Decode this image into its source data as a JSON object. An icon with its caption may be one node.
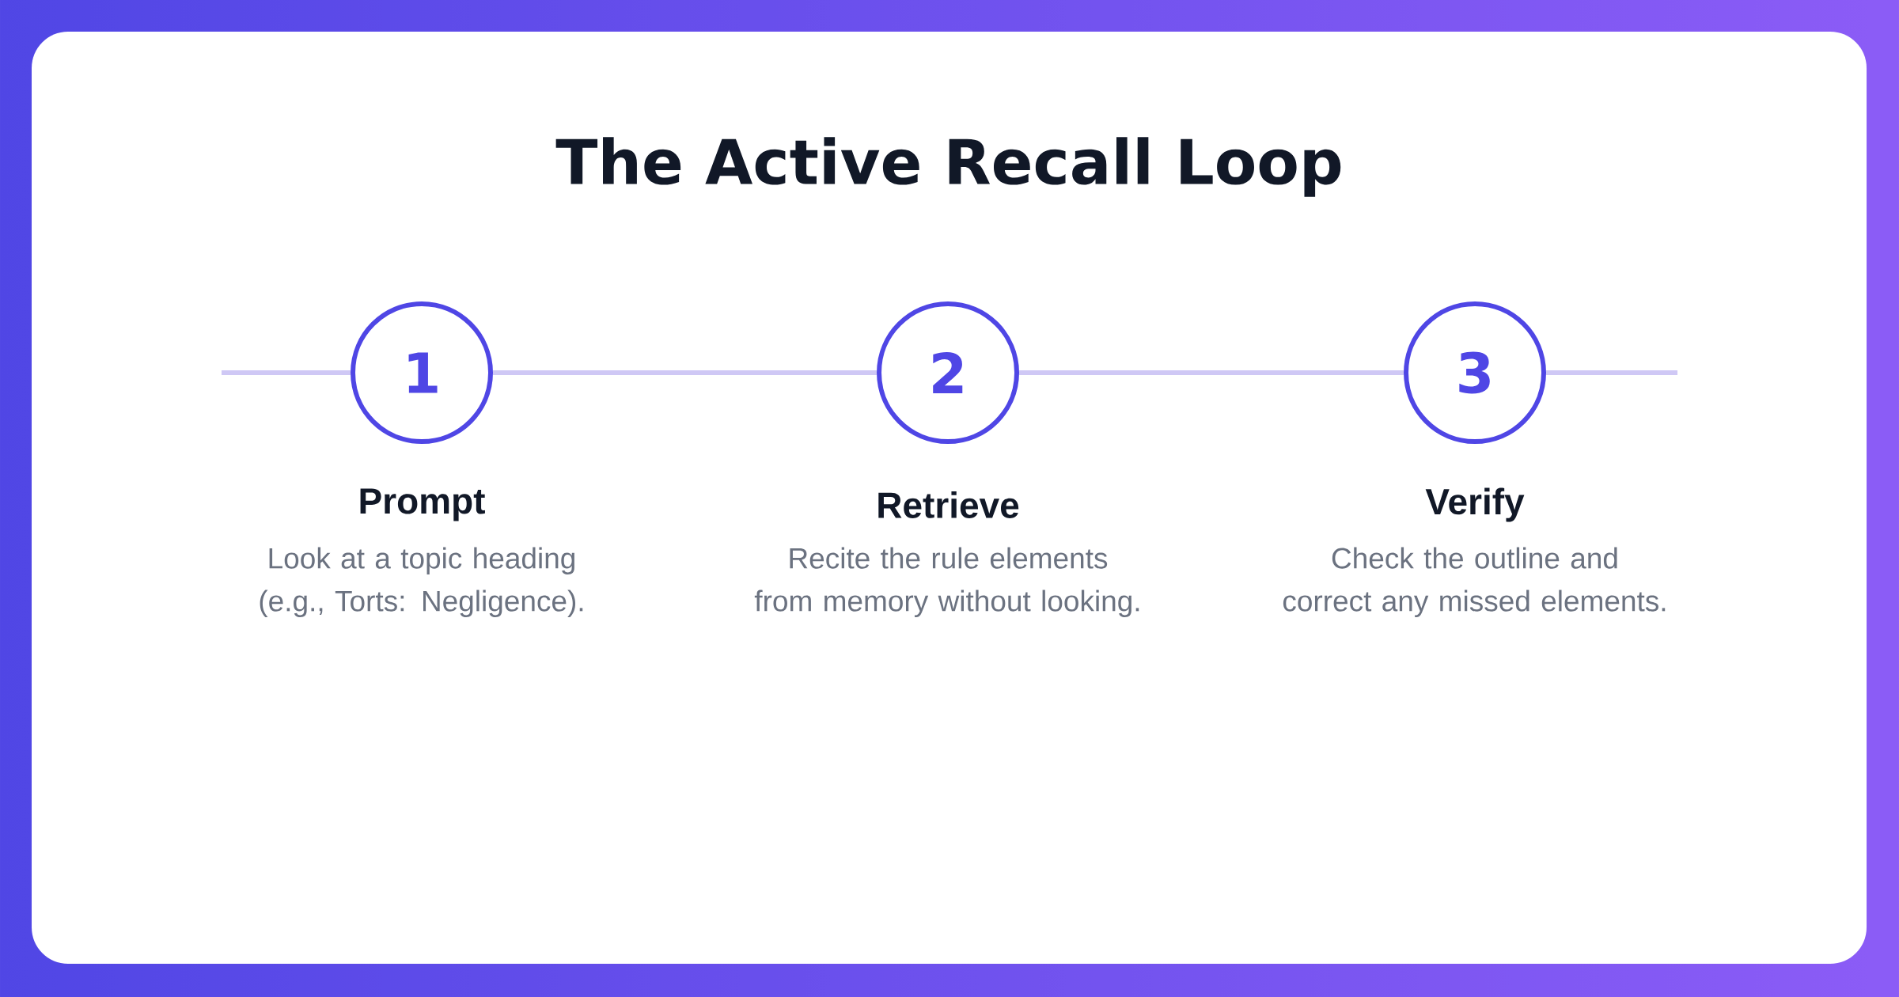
{
  "diagram": {
    "title": "The Active Recall Loop",
    "nodes": [
      {
        "text": [
          "1"
        ],
        "beside": [
          "Prompt",
          "Look at a topic heading (e.g., Torts: Negligence)."
        ]
      },
      {
        "text": [
          "2"
        ],
        "beside": [
          "Retrieve",
          "Recite the rule elements from memory without looking."
        ]
      },
      {
        "text": [
          "3"
        ],
        "beside": [
          "Verify",
          "Check the outline and correct any missed elements."
        ]
      }
    ],
    "edges": [
      {
        "from": null,
        "to": 0,
        "arrow": "none"
      },
      {
        "from": 0,
        "to": 1,
        "arrow": "none"
      },
      {
        "from": 1,
        "to": 2,
        "arrow": "none"
      },
      {
        "from": 2,
        "to": null,
        "arrow": "none"
      }
    ]
  }
}
